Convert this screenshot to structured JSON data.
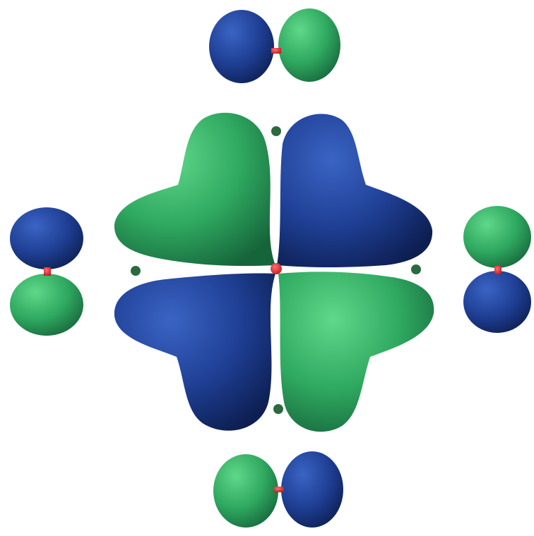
{
  "colors": {
    "background": "#ffffff",
    "phase_positive": "#2fa860",
    "phase_negative": "#1f3f94",
    "bond": "#e0303a",
    "atom_node": "#2a6a3e"
  },
  "lobes": [
    {
      "phase": "negative"
    },
    {
      "phase": "positive"
    },
    {
      "phase": "positive"
    },
    {
      "phase": "negative"
    },
    {
      "phase": "negative"
    },
    {
      "phase": "positive"
    },
    {
      "phase": "positive"
    },
    {
      "phase": "negative"
    }
  ],
  "satellites": [
    {
      "position": "top",
      "lobe_a": "negative",
      "lobe_b": "positive"
    },
    {
      "position": "left",
      "lobe_a": "negative",
      "lobe_b": "positive"
    },
    {
      "position": "right",
      "lobe_a": "positive",
      "lobe_b": "negative"
    },
    {
      "position": "bottom",
      "lobe_a": "positive",
      "lobe_b": "negative"
    }
  ]
}
